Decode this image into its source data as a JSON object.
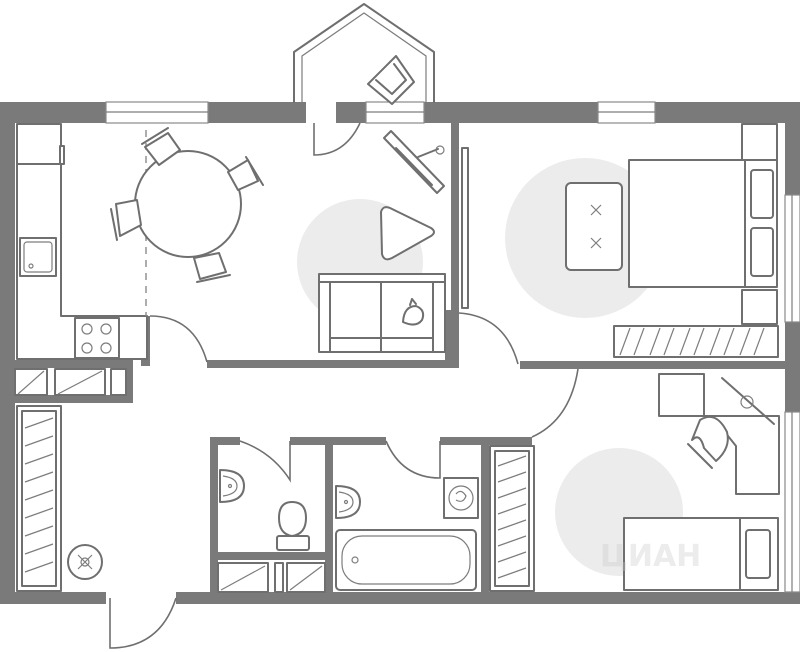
{
  "plan": {
    "watermark_text": "ЦИАН",
    "colors": {
      "wall": "#7a7a7a",
      "line": "#6f6f6f",
      "zone_fill": "#ececec",
      "background": "#ffffff"
    },
    "rooms": [
      "kitchen-living-room",
      "bedroom",
      "second-bedroom",
      "hallway",
      "bathroom",
      "toilet",
      "balcony"
    ]
  }
}
